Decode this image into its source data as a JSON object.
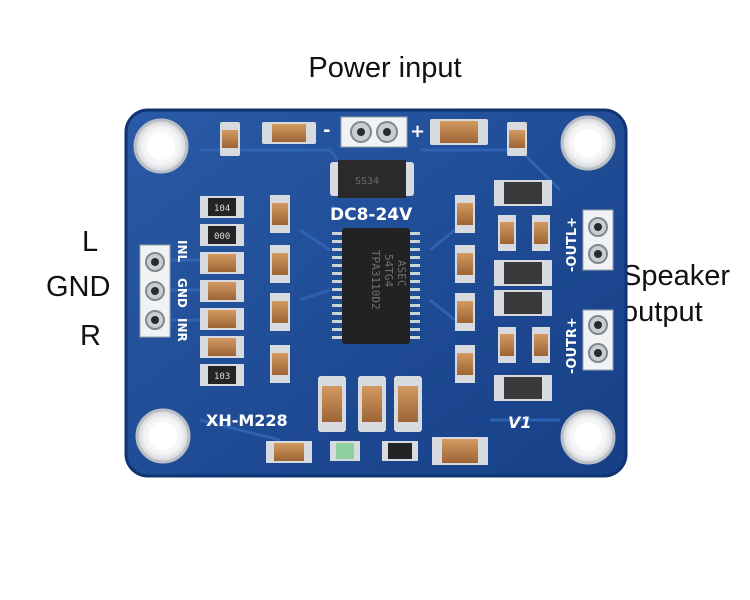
{
  "labels": {
    "power_input": "Power input",
    "left_L": "L",
    "left_GND": "GND",
    "left_R": "R",
    "speaker_line1": "Speaker",
    "speaker_line2": "output"
  },
  "silkscreen": {
    "minus": "-",
    "plus": "+",
    "voltage": "DC8-24V",
    "model": "XH-M228",
    "version": "V1",
    "inl": "INL",
    "gnd": "GND",
    "inr": "INR",
    "outl": "-OUTL+",
    "outr": "-OUTR+"
  },
  "chip_marking": {
    "line1": "TPA3110D2",
    "line2": "54TG4",
    "line3": "ASEC"
  },
  "diode_marking": "SS34",
  "resistor_codes": [
    "104",
    "000",
    "103"
  ],
  "colors": {
    "pcb_blue": "#1d4b93",
    "pcb_edge": "#123a7a",
    "pad_silver": "#d9dde2",
    "cap_brown": "#b57a46"
  }
}
